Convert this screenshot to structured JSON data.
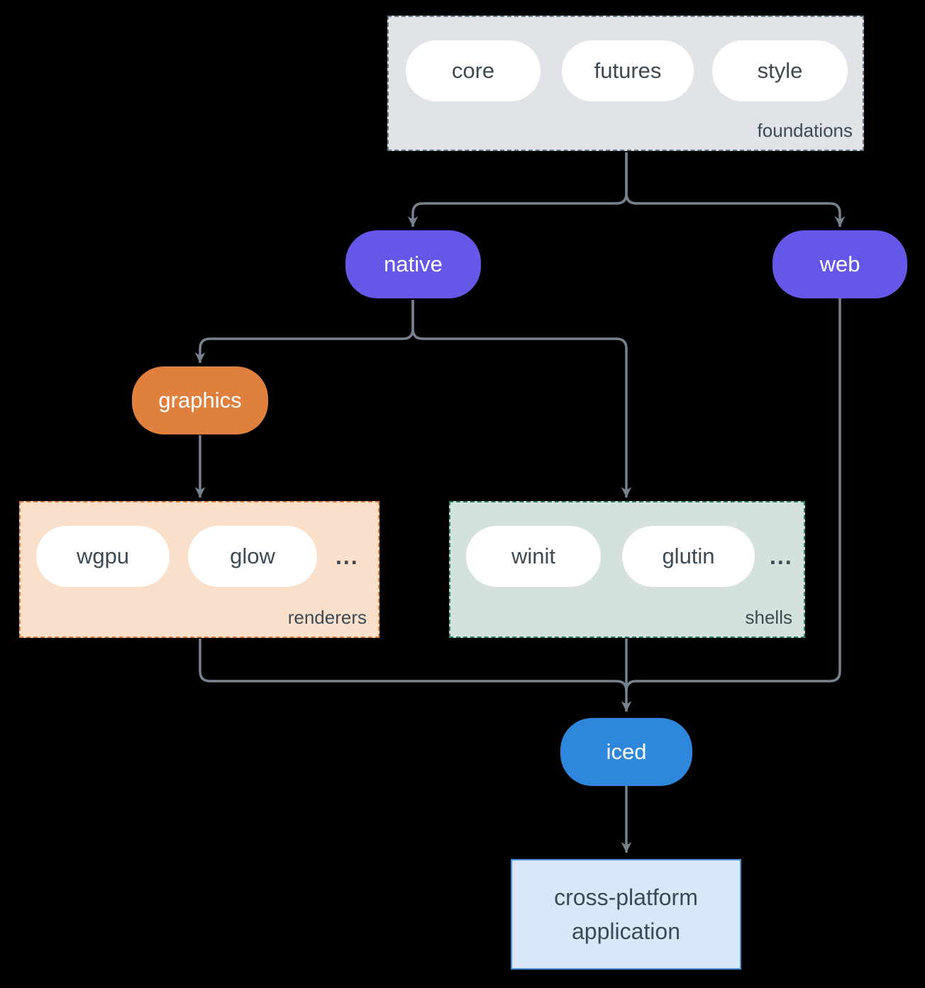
{
  "colors": {
    "background": "#000000",
    "line": "#76828f",
    "text-dark": "#3b4a54",
    "text-light": "#ffffff",
    "pill-bg": "#ffffff",
    "purple": "#6557e8",
    "orange": "#df803e",
    "blue": "#2e87da",
    "foundations-fill": "#e0e4e9",
    "foundations-border": "#66788a",
    "renderers-fill": "#fae0cb",
    "renderers-border": "#e0813f",
    "shells-fill": "#d5e2dc",
    "shells-border": "#2e8070",
    "app-fill": "#d8e8f8",
    "app-border": "#4a90d9"
  },
  "groups": {
    "foundations": {
      "label": "foundations",
      "pills": [
        "core",
        "futures",
        "style"
      ]
    },
    "renderers": {
      "label": "renderers",
      "pills": [
        "wgpu",
        "glow"
      ],
      "ellipsis": "..."
    },
    "shells": {
      "label": "shells",
      "pills": [
        "winit",
        "glutin"
      ],
      "ellipsis": "..."
    }
  },
  "nodes": {
    "native": "native",
    "web": "web",
    "graphics": "graphics",
    "iced": "iced",
    "app": {
      "line1": "cross-platform",
      "line2": "application"
    }
  }
}
